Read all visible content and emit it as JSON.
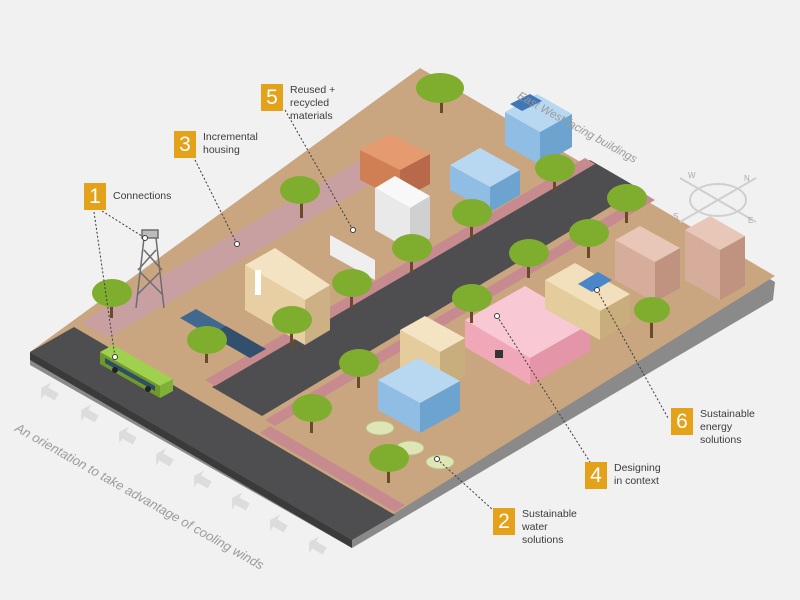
{
  "callouts": [
    {
      "num": "1",
      "lines": [
        "Connections"
      ]
    },
    {
      "num": "2",
      "lines": [
        "Sustainable",
        "water",
        "solutions"
      ]
    },
    {
      "num": "3",
      "lines": [
        "Incremental",
        "housing"
      ]
    },
    {
      "num": "4",
      "lines": [
        "Designing",
        "in context"
      ]
    },
    {
      "num": "5",
      "lines": [
        "Reused +",
        "recycled",
        "materials"
      ]
    },
    {
      "num": "6",
      "lines": [
        "Sustainable",
        "energy",
        "solutions"
      ]
    }
  ],
  "labels": {
    "east_west": "East West facing buildings",
    "wind": "An orientation to take advantage of cooling winds"
  },
  "compass": {
    "n": "N",
    "s": "S",
    "e": "E",
    "w": "W"
  },
  "colors": {
    "accent": "#e3a21a",
    "road": "#4d4d4f",
    "ground": "#c8a57f",
    "tree": "#7fae2f",
    "pink_house": "#f4b4c4",
    "blue_house": "#a9cde8",
    "bus": "#8cc63f"
  }
}
